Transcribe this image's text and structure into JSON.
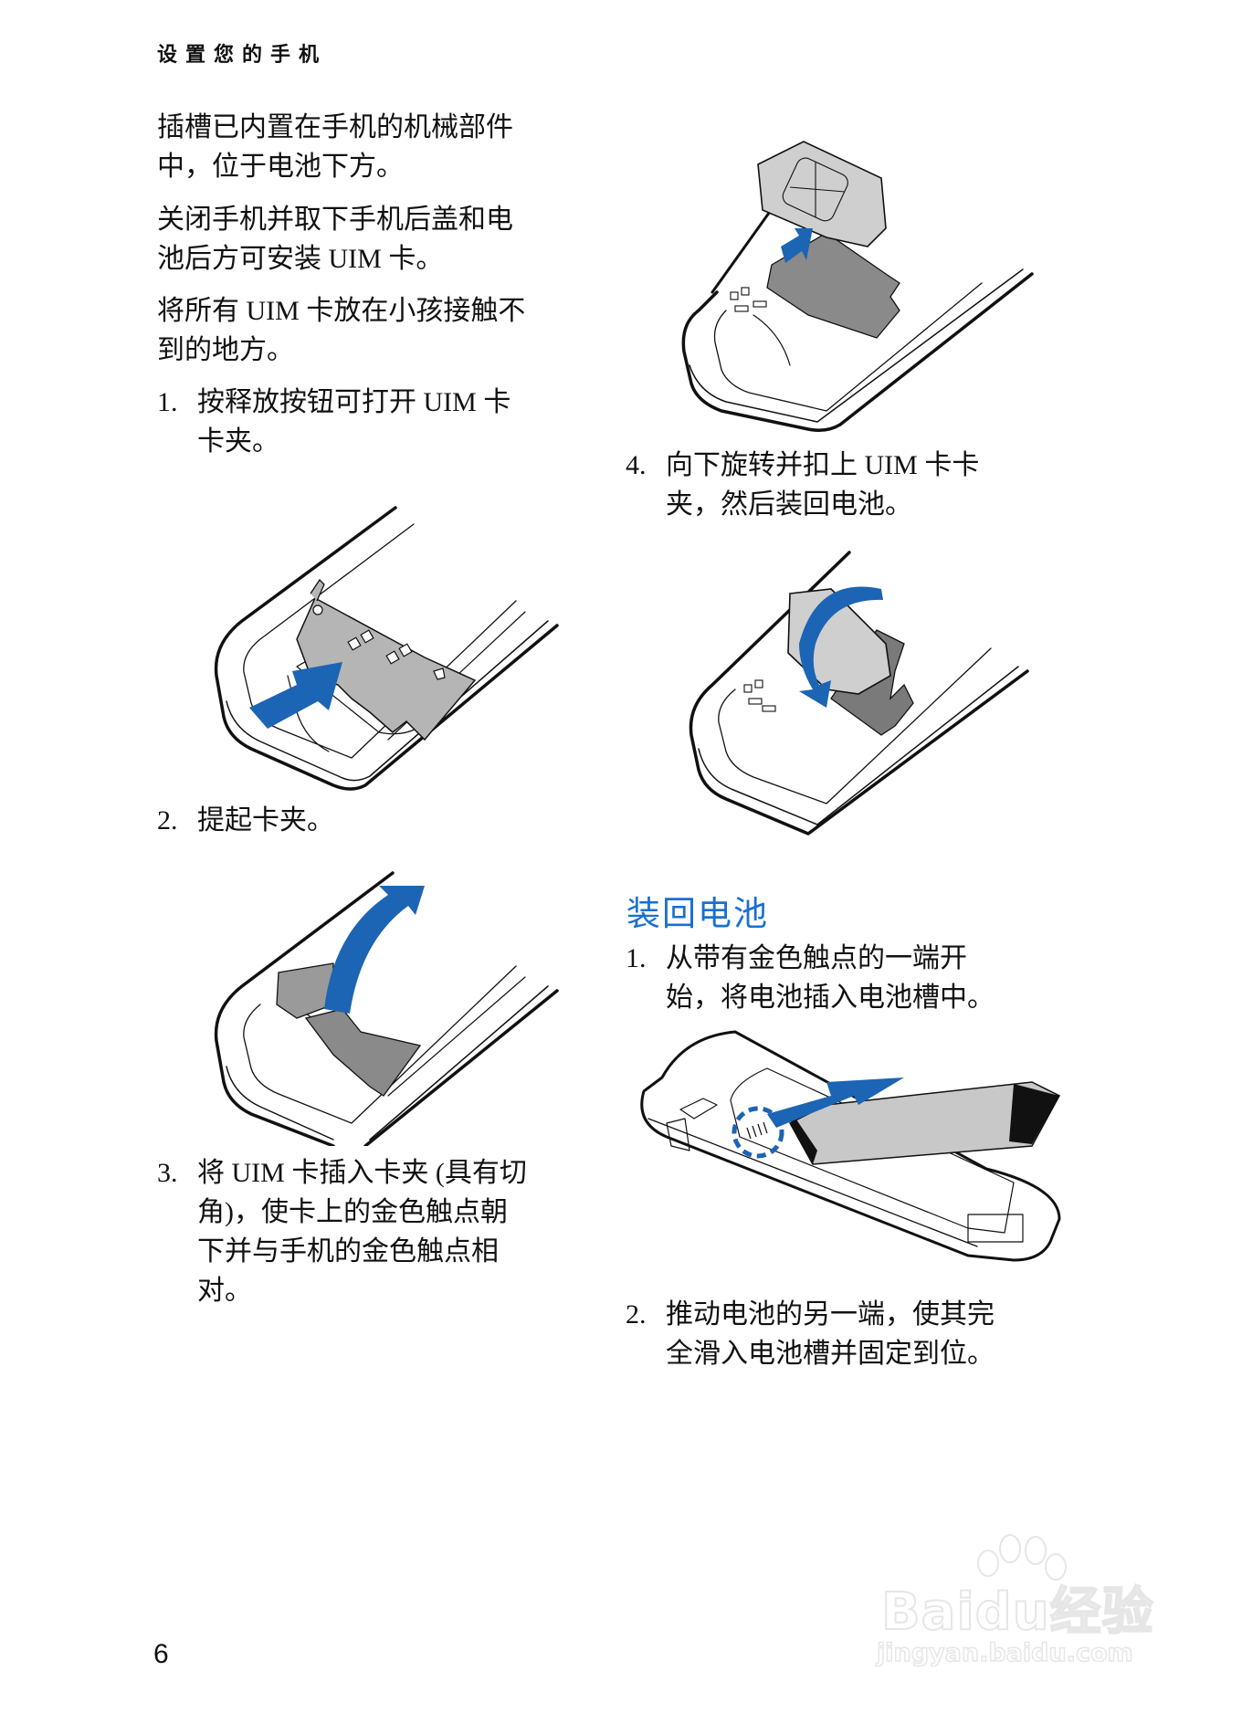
{
  "header": {
    "title": "设置您的手机"
  },
  "left_column": {
    "paragraphs": [
      {
        "lines": [
          "插槽已内置在手机的机械部件",
          "中，位于电池下方。"
        ]
      },
      {
        "lines": [
          "关闭手机并取下手机后盖和电",
          "池后方可安装 UIM 卡。"
        ]
      },
      {
        "lines": [
          "将所有 UIM 卡放在小孩接触不",
          "到的地方。"
        ]
      }
    ],
    "steps": [
      {
        "number": "1.",
        "lines": [
          "按释放按钮可打开 UIM 卡",
          "卡夹。"
        ],
        "figure": "press-release-button-illustration"
      },
      {
        "number": "2.",
        "lines": [
          "提起卡夹。"
        ],
        "figure": "lift-card-holder-illustration"
      },
      {
        "number": "3.",
        "lines": [
          "将 UIM 卡插入卡夹 (具有切",
          "角)，使卡上的金色触点朝",
          "下并与手机的金色触点相",
          "对。"
        ]
      }
    ]
  },
  "right_column": {
    "steps_uim": [
      {
        "number": "4.",
        "lines": [
          "向下旋转并扣上 UIM 卡卡",
          "夹，然后装回电池。"
        ],
        "figure": "rotate-close-holder-illustration"
      }
    ],
    "section_heading": "装回电池",
    "steps_battery": [
      {
        "number": "1.",
        "lines": [
          "从带有金色触点的一端开",
          "始，将电池插入电池槽中。"
        ],
        "figure": "insert-battery-illustration"
      },
      {
        "number": "2.",
        "lines": [
          "推动电池的另一端，使其完",
          "全滑入电池槽并固定到位。"
        ]
      }
    ]
  },
  "footer": {
    "page_number": "6"
  },
  "watermark": {
    "brand": "Baidu经验",
    "url": "jingyan.baidu.com"
  },
  "colors": {
    "accent_blue": "#1a6fd0",
    "arrow_blue": "#1c64b4",
    "clip_gray": "#b5b5b5",
    "clip_dark": "#8a8a8a"
  }
}
